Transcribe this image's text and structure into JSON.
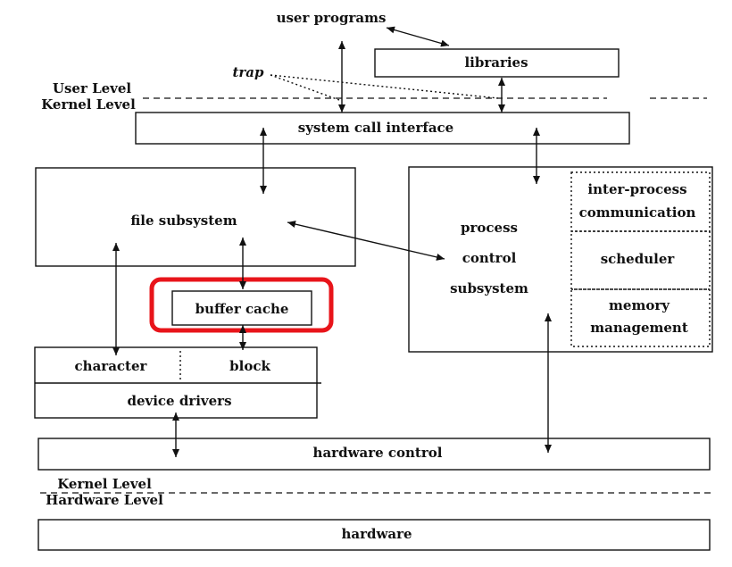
{
  "labels": {
    "user_programs": "user programs",
    "libraries": "libraries",
    "trap": "trap",
    "user_level": "User Level",
    "kernel_level_top": "Kernel Level",
    "system_call_interface": "system call interface",
    "file_subsystem": "file subsystem",
    "buffer_cache": "buffer cache",
    "character": "character",
    "block": "block",
    "device_drivers": "device drivers",
    "process_line1": "process",
    "process_line2": "control",
    "process_line3": "subsystem",
    "ipc_line1": "inter-process",
    "ipc_line2": "communication",
    "scheduler": "scheduler",
    "memory_line1": "memory",
    "memory_line2": "management",
    "hardware_control": "hardware control",
    "kernel_level_bottom": "Kernel Level",
    "hardware_level": "Hardware Level",
    "hardware": "hardware"
  },
  "colors": {
    "highlight": "#e8141a",
    "ink": "#111111"
  }
}
